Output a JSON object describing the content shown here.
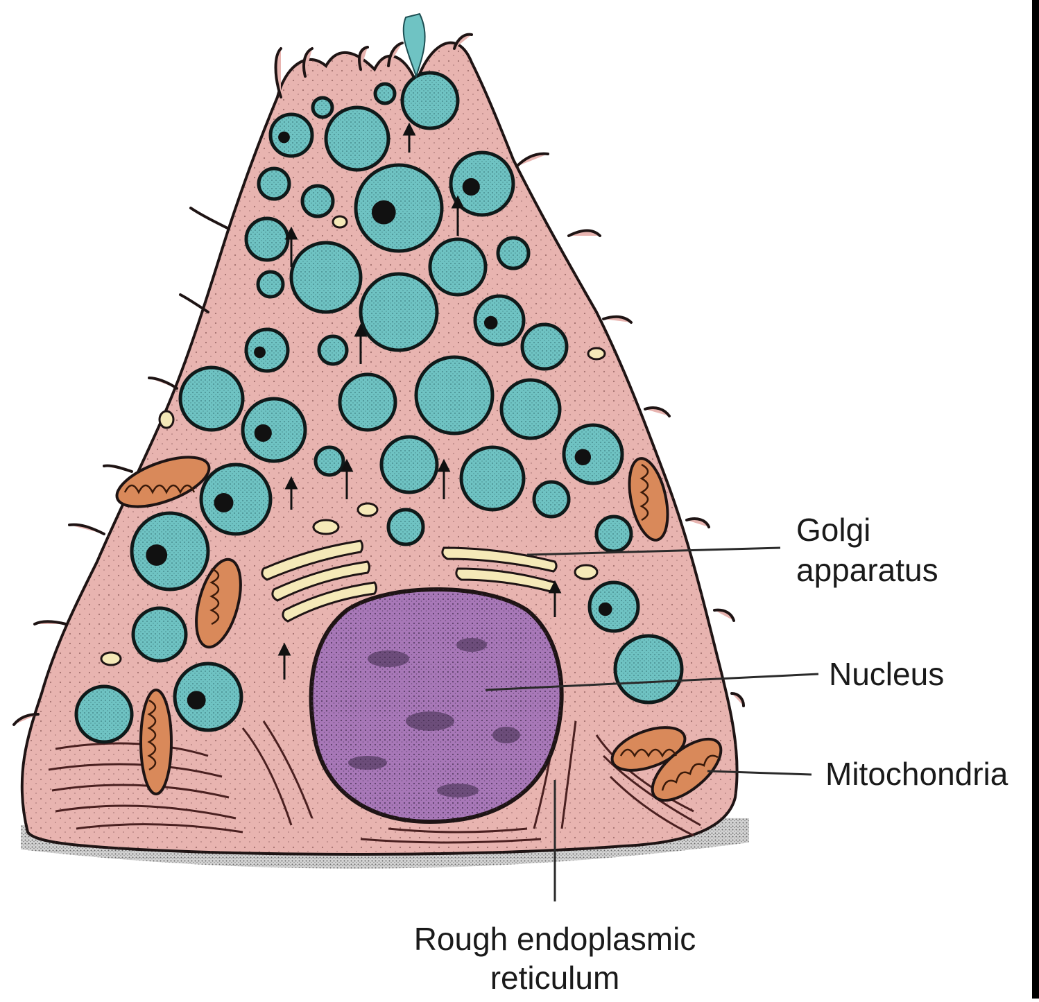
{
  "labels": {
    "golgi": [
      "Golgi",
      "apparatus"
    ],
    "nucleus": "Nucleus",
    "mitochondria": "Mitochondria",
    "rer": [
      "Rough endoplasmic",
      "reticulum"
    ]
  },
  "colors": {
    "cytoplasm": "#e8b4b0",
    "cell_outline": "#1e1414",
    "granule": "#6fc3c3",
    "granule_core": "#111111",
    "nucleus": "#a878b8",
    "chromatin": "#3c2a48",
    "mitochondria": "#d9895a",
    "golgi": "#f5e9b8",
    "rer": "#c58c84",
    "basement": "#9a9a9a"
  },
  "icons": {
    "secretion-arrow": "arrow-up",
    "granule": "circle"
  }
}
